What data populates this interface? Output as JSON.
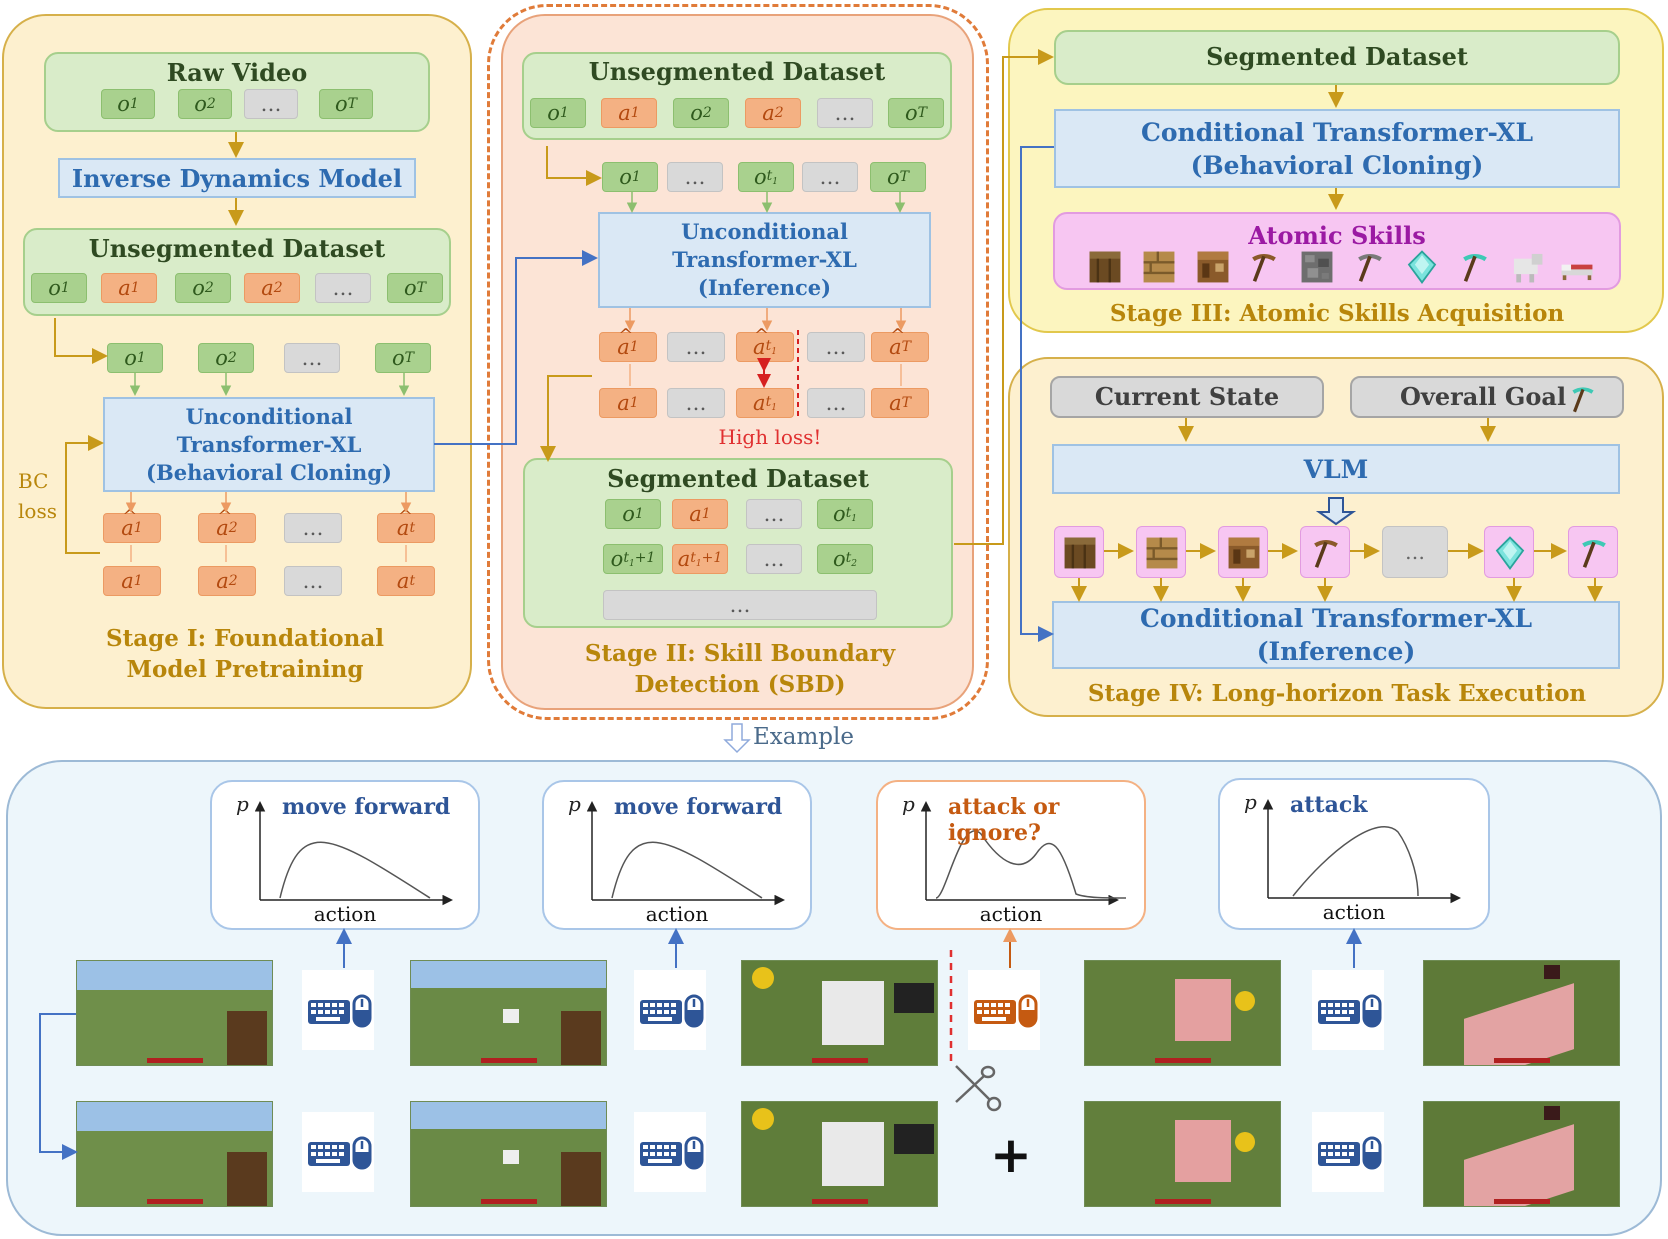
{
  "stage1": {
    "raw_video": "Raw Video",
    "raw_tokens": [
      "o1",
      "o2",
      "...",
      "oT"
    ],
    "idm": "Inverse Dynamics Model",
    "unseg_title": "Unsegmented Dataset",
    "unseg_tokens": [
      "o1",
      "a1",
      "o2",
      "a2",
      "...",
      "oT"
    ],
    "obs_tokens": [
      "o1",
      "o2",
      "...",
      "oT"
    ],
    "model": [
      "Unconditional",
      "Transformer-XL",
      "(Behavioral Cloning)"
    ],
    "pred_tokens": [
      "â1",
      "â2",
      "...",
      "ât"
    ],
    "gt_tokens": [
      "a1",
      "a2",
      "...",
      "at"
    ],
    "bc_loss": [
      "BC",
      "loss"
    ],
    "title": [
      "Stage I: Foundational",
      "Model Pretraining"
    ]
  },
  "stage2": {
    "unseg_title": "Unsegmented Dataset",
    "unseg_tokens": [
      "o1",
      "a1",
      "o2",
      "a2",
      "...",
      "oT"
    ],
    "obs_tokens": [
      "o1",
      "...",
      "ot1",
      "...",
      "oT"
    ],
    "model": [
      "Unconditional",
      "Transformer-XL",
      "(Inference)"
    ],
    "pred_tokens": [
      "â1",
      "...",
      "ât1",
      "...",
      "âT"
    ],
    "gt_tokens": [
      "a1",
      "...",
      "at1",
      "...",
      "aT"
    ],
    "high_loss": "High loss!",
    "seg_title": "Segmented Dataset",
    "seg_row1": [
      "o1",
      "a1",
      "...",
      "ot1"
    ],
    "seg_row2": [
      "ot1+1",
      "at1+1",
      "...",
      "ot2"
    ],
    "seg_row3": "...",
    "title": [
      "Stage II: Skill Boundary",
      "Detection (SBD)"
    ]
  },
  "stage3": {
    "seg_title": "Segmented Dataset",
    "model": [
      "Conditional Transformer-XL",
      "(Behavioral Cloning)"
    ],
    "atomic": "Atomic Skills",
    "items": [
      "log-icon",
      "planks-icon",
      "crafting-table-icon",
      "wooden-pickaxe-icon",
      "cobblestone-icon",
      "stone-pickaxe-icon",
      "diamond-icon",
      "diamond-pickaxe-icon",
      "sheep-icon",
      "bed-icon"
    ],
    "title": "Stage III: Atomic Skills Acquisition"
  },
  "stage4": {
    "current_state": "Current State",
    "overall_goal": "Overall Goal",
    "vlm": "VLM",
    "plan": [
      "log-icon",
      "planks-icon",
      "crafting-table-icon",
      "wooden-pickaxe-icon",
      "...",
      "diamond-icon",
      "diamond-pickaxe-icon"
    ],
    "model": [
      "Conditional Transformer-XL",
      "(Inference)"
    ],
    "title": "Stage IV: Long-horizon Task Execution"
  },
  "example_label": "Example",
  "charts": [
    {
      "title": "move forward",
      "ylabel": "p",
      "xlabel": "action",
      "accent": "#2e5597"
    },
    {
      "title": "move forward",
      "ylabel": "p",
      "xlabel": "action",
      "accent": "#2e5597"
    },
    {
      "title": "attack or ignore?",
      "ylabel": "p",
      "xlabel": "action",
      "accent": "#c55a11"
    },
    {
      "title": "attack",
      "ylabel": "p",
      "xlabel": "action",
      "accent": "#2e5597"
    }
  ],
  "plus": "+",
  "colors": {
    "stage_gold": "#b8860b",
    "blue_text": "#2e6bb0",
    "obs_green": "#a9d18e",
    "act_orange": "#f4b183",
    "high_loss_red": "#e03030"
  }
}
